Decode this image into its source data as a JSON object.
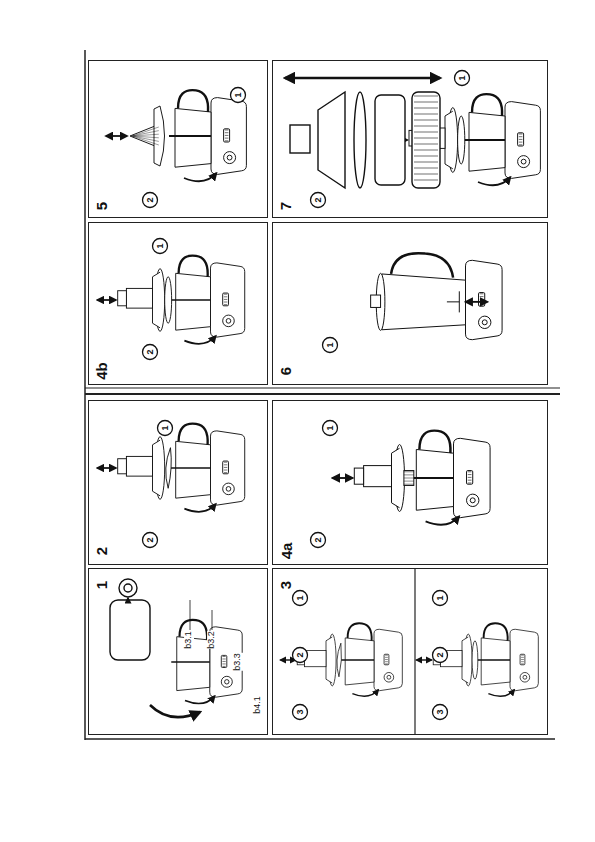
{
  "diagram": {
    "nodes": [
      {
        "text": [
          "1"
        ]
      },
      {
        "text": [
          "2"
        ]
      },
      {
        "text": [
          "3"
        ]
      },
      {
        "text": [
          "4a"
        ]
      },
      {
        "text": [
          "4b"
        ]
      },
      {
        "text": [
          "5"
        ]
      },
      {
        "text": [
          "6"
        ]
      },
      {
        "text": [
          "7"
        ]
      }
    ],
    "labels": [
      "b3.1",
      "b3.2",
      "b3.3",
      "b4.1",
      "1",
      "2",
      "1",
      "2",
      "1",
      "2",
      "1",
      "2",
      "1",
      "1",
      "2",
      "1",
      "2",
      "3",
      "1",
      "2",
      "3"
    ]
  }
}
